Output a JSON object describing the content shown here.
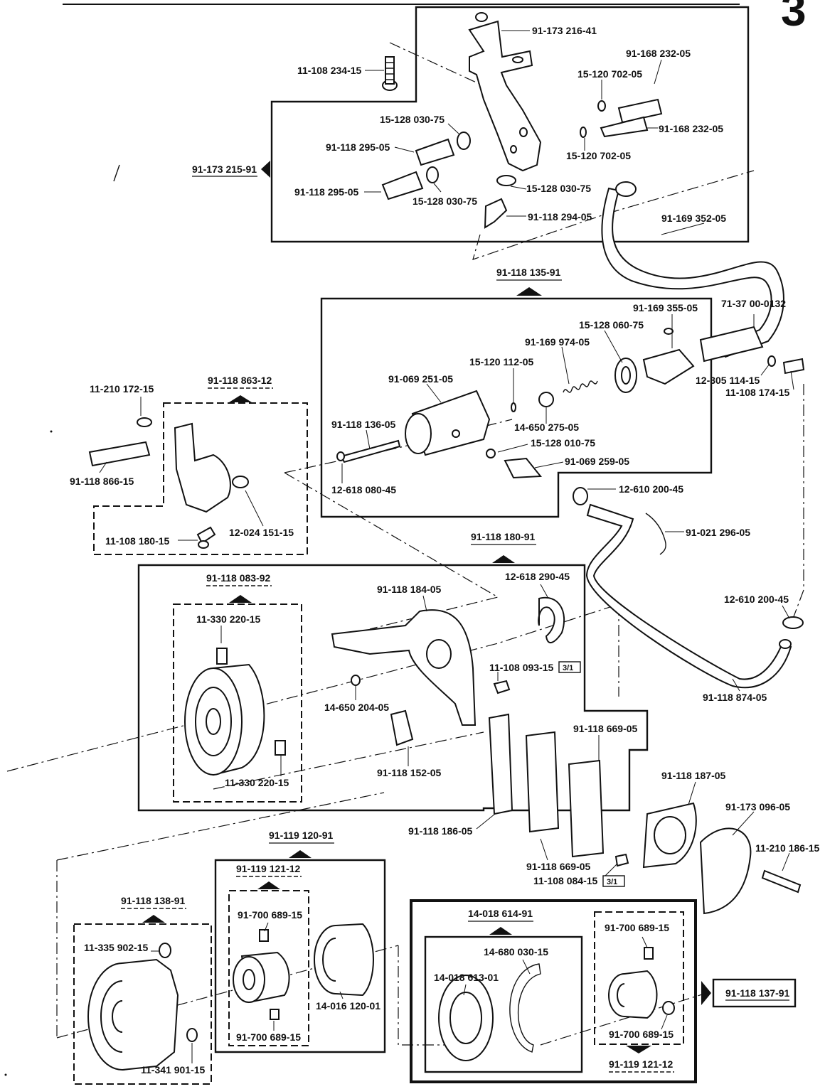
{
  "page_corner_mark": "3",
  "assemblies": {
    "a1": "91-173 215-91",
    "a2": "91-118 135-91",
    "a3": "91-118 863-12",
    "a4": "91-118 180-91",
    "a5": "91-118 083-92",
    "a6": "91-119 120-91",
    "a7": "91-119 121-12",
    "a8": "91-118 138-91",
    "a9": "14-018 614-91",
    "a10": "91-119 121-12",
    "a11": "91-118 137-91"
  },
  "labels": {
    "l1": "91-173 216-41",
    "l2": "91-168 232-05",
    "l3": "15-120 702-05",
    "l4": "11-108 234-15",
    "l5": "15-128 030-75",
    "l6": "91-118 295-05",
    "l7": "91-168 232-05",
    "l8": "15-120 702-05",
    "l9": "91-118 295-05",
    "l10": "15-128 030-75",
    "l11": "15-128 030-75",
    "l12": "91-118 294-05",
    "l13": "91-169 352-05",
    "l14": "91-169 355-05",
    "l15": "71-37 00-0132",
    "l16": "15-128 060-75",
    "l17": "91-169 974-05",
    "l18": "15-120 112-05",
    "l19": "91-069 251-05",
    "l20": "12-305 114-15",
    "l21": "11-108 174-15",
    "l22": "91-118 136-05",
    "l23": "14-650 275-05",
    "l24": "15-128 010-75",
    "l25": "91-069 259-05",
    "l26": "12-618 080-45",
    "l27": "12-610 200-45",
    "l28": "91-021 296-05",
    "l29": "11-210 172-15",
    "l30": "91-118 866-15",
    "l31": "11-108 180-15",
    "l32": "12-024 151-15",
    "l33": "12-618 290-45",
    "l34": "91-118 184-05",
    "l35": "11-330 220-15",
    "l36": "11-108 093-15",
    "l37": "12-610 200-45",
    "l38": "14-650 204-05",
    "l39": "91-118 669-05",
    "l40": "91-118 152-05",
    "l41": "11-330 220-15",
    "l42": "91-118 874-05",
    "l43": "91-118 187-05",
    "l44": "91-173 096-05",
    "l45": "91-118 186-05",
    "l46": "11-210 186-15",
    "l47": "91-118 669-05",
    "l48": "11-108 084-15",
    "l49": "91-700 689-15",
    "l50": "11-335 902-15",
    "l51": "14-680 030-15",
    "l52": "91-700 689-15",
    "l53": "14-018 613-01",
    "l54": "14-016 120-01",
    "l55": "91-700 689-15",
    "l56": "91-700 689-15",
    "l57": "11-341 901-15"
  },
  "qty_tags": {
    "q1": "3/1",
    "q2": "3/1"
  }
}
